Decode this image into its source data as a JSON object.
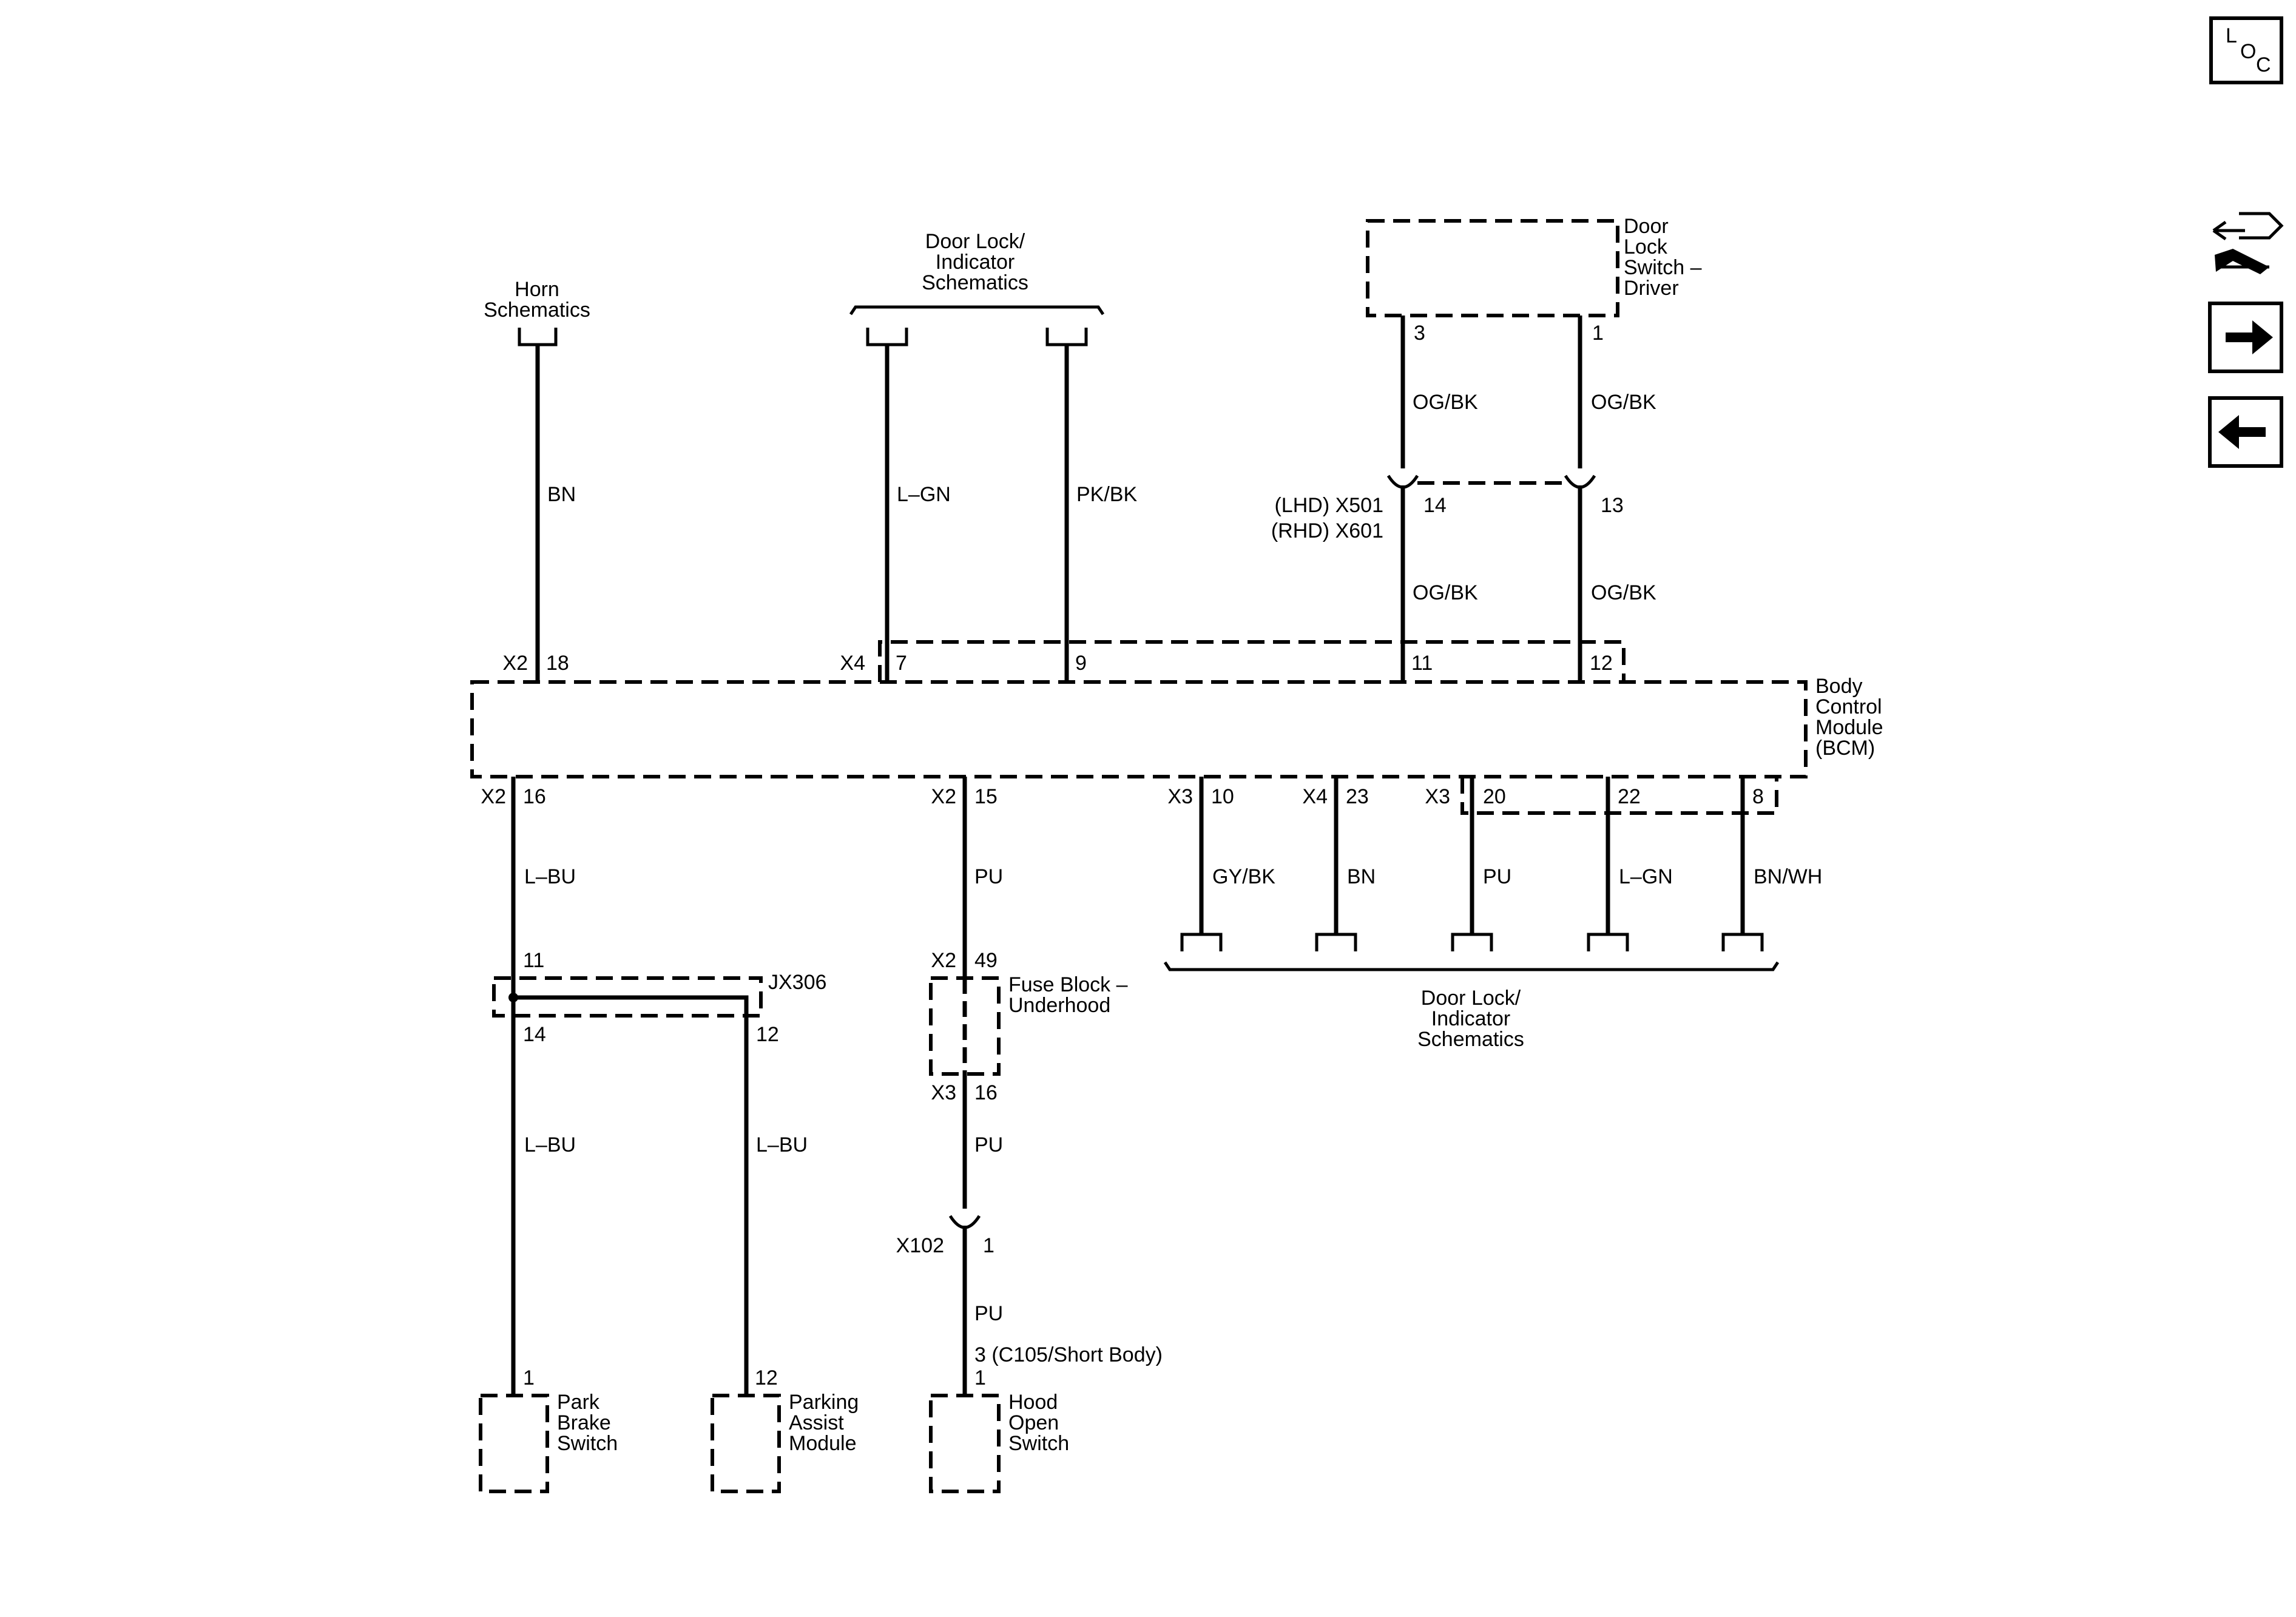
{
  "nav": {
    "loc_l": "L",
    "loc_o": "O",
    "loc_c": "C",
    "icons": [
      "loc-icon",
      "connector-repair-icon",
      "next-arrow-icon",
      "previous-arrow-icon"
    ]
  },
  "top": {
    "horn_line1": "Horn",
    "horn_line2": "Schematics",
    "dli_top_line1": "Door Lock/",
    "dli_top_line2": "Indicator",
    "dli_top_line3": "Schematics",
    "dlsd_line1": "Door",
    "dlsd_line2": "Lock",
    "dlsd_line3": "Switch –",
    "dlsd_line4": "Driver",
    "dlsd_pin_a": "3",
    "dlsd_pin_b": "1",
    "wire_bn": "BN",
    "wire_lgn": "L–GN",
    "wire_pkbk": "PK/BK",
    "wire_ogbk_1": "OG/BK",
    "wire_ogbk_2": "OG/BK",
    "wire_ogbk_3": "OG/BK",
    "wire_ogbk_4": "OG/BK",
    "x501_label": "(LHD) X501",
    "x601_label": "(RHD) X601",
    "inline_pin_14": "14",
    "inline_pin_13": "13"
  },
  "bcm": {
    "name_line1": "Body",
    "name_line2": "Control",
    "name_line3": "Module",
    "name_line4": "(BCM)",
    "top_x2": "X2",
    "top_pin_18": "18",
    "top_x4": "X4",
    "top_pin_7": "7",
    "top_pin_9": "9",
    "top_pin_11": "11",
    "top_pin_12": "12",
    "bot_x2_a": "X2",
    "bot_pin_16": "16",
    "bot_x2_b": "X2",
    "bot_pin_15": "15",
    "bot_x3_a": "X3",
    "bot_pin_10": "10",
    "bot_x4": "X4",
    "bot_pin_23": "23",
    "bot_x3_b": "X3",
    "bot_pin_20": "20",
    "bot_pin_22": "22",
    "bot_pin_8": "8"
  },
  "bottom": {
    "wire_lbu_1": "L–BU",
    "wire_pu_1": "PU",
    "wire_gybk": "GY/BK",
    "wire_bn": "BN",
    "wire_pu_2": "PU",
    "wire_lgn": "L–GN",
    "wire_bnwh": "BN/WH",
    "dli_bot_line1": "Door Lock/",
    "dli_bot_line2": "Indicator",
    "dli_bot_line3": "Schematics",
    "splice_pin_11": "11",
    "splice_name": "JX306",
    "splice_pin_14": "14",
    "splice_pin_12": "12",
    "wire_lbu_2": "L–BU",
    "wire_lbu_3": "L–BU",
    "fb_x2": "X2",
    "fb_pin_49": "49",
    "fb_line1": "Fuse Block –",
    "fb_line2": "Underhood",
    "fb_x3": "X3",
    "fb_pin_16": "16",
    "wire_pu_3": "PU",
    "x102_label": "X102",
    "x102_pin": "1",
    "wire_pu_4": "PU",
    "c105_label": "3 (C105/Short Body)",
    "hood_pin": "1",
    "pbs_pin": "1",
    "pbs_line1": "Park",
    "pbs_line2": "Brake",
    "pbs_line3": "Switch",
    "pam_pin": "12",
    "pam_line1": "Parking",
    "pam_line2": "Assist",
    "pam_line3": "Module",
    "hos_line1": "Hood",
    "hos_line2": "Open",
    "hos_line3": "Switch"
  }
}
